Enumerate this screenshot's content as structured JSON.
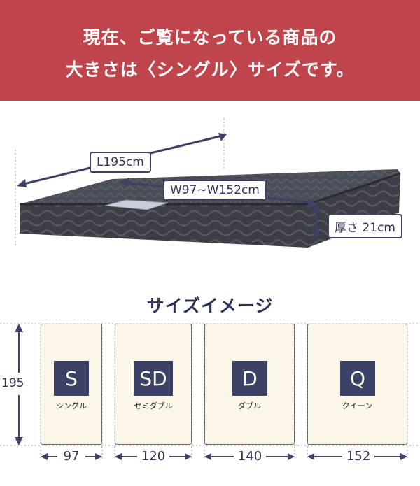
{
  "banner": {
    "line1": "現在、ご覧になっている商品の",
    "line2": "大きさは〈シングル〉サイズです。"
  },
  "product": {
    "length_label": "L195cm",
    "width_label": "W97~W152cm",
    "thickness_label": "厚さ 21cm"
  },
  "size_image": {
    "title": "サイズイメージ",
    "height": "195",
    "sizes": [
      {
        "code": "S",
        "name": "シングル",
        "width": "97"
      },
      {
        "code": "SD",
        "name": "セミダブル",
        "width": "120"
      },
      {
        "code": "D",
        "name": "ダブル",
        "width": "140"
      },
      {
        "code": "Q",
        "name": "クイーン",
        "width": "152"
      }
    ]
  },
  "colors": {
    "banner_bg": "#c0444b",
    "navy": "#3c4166",
    "cream": "#fbf6e8"
  }
}
